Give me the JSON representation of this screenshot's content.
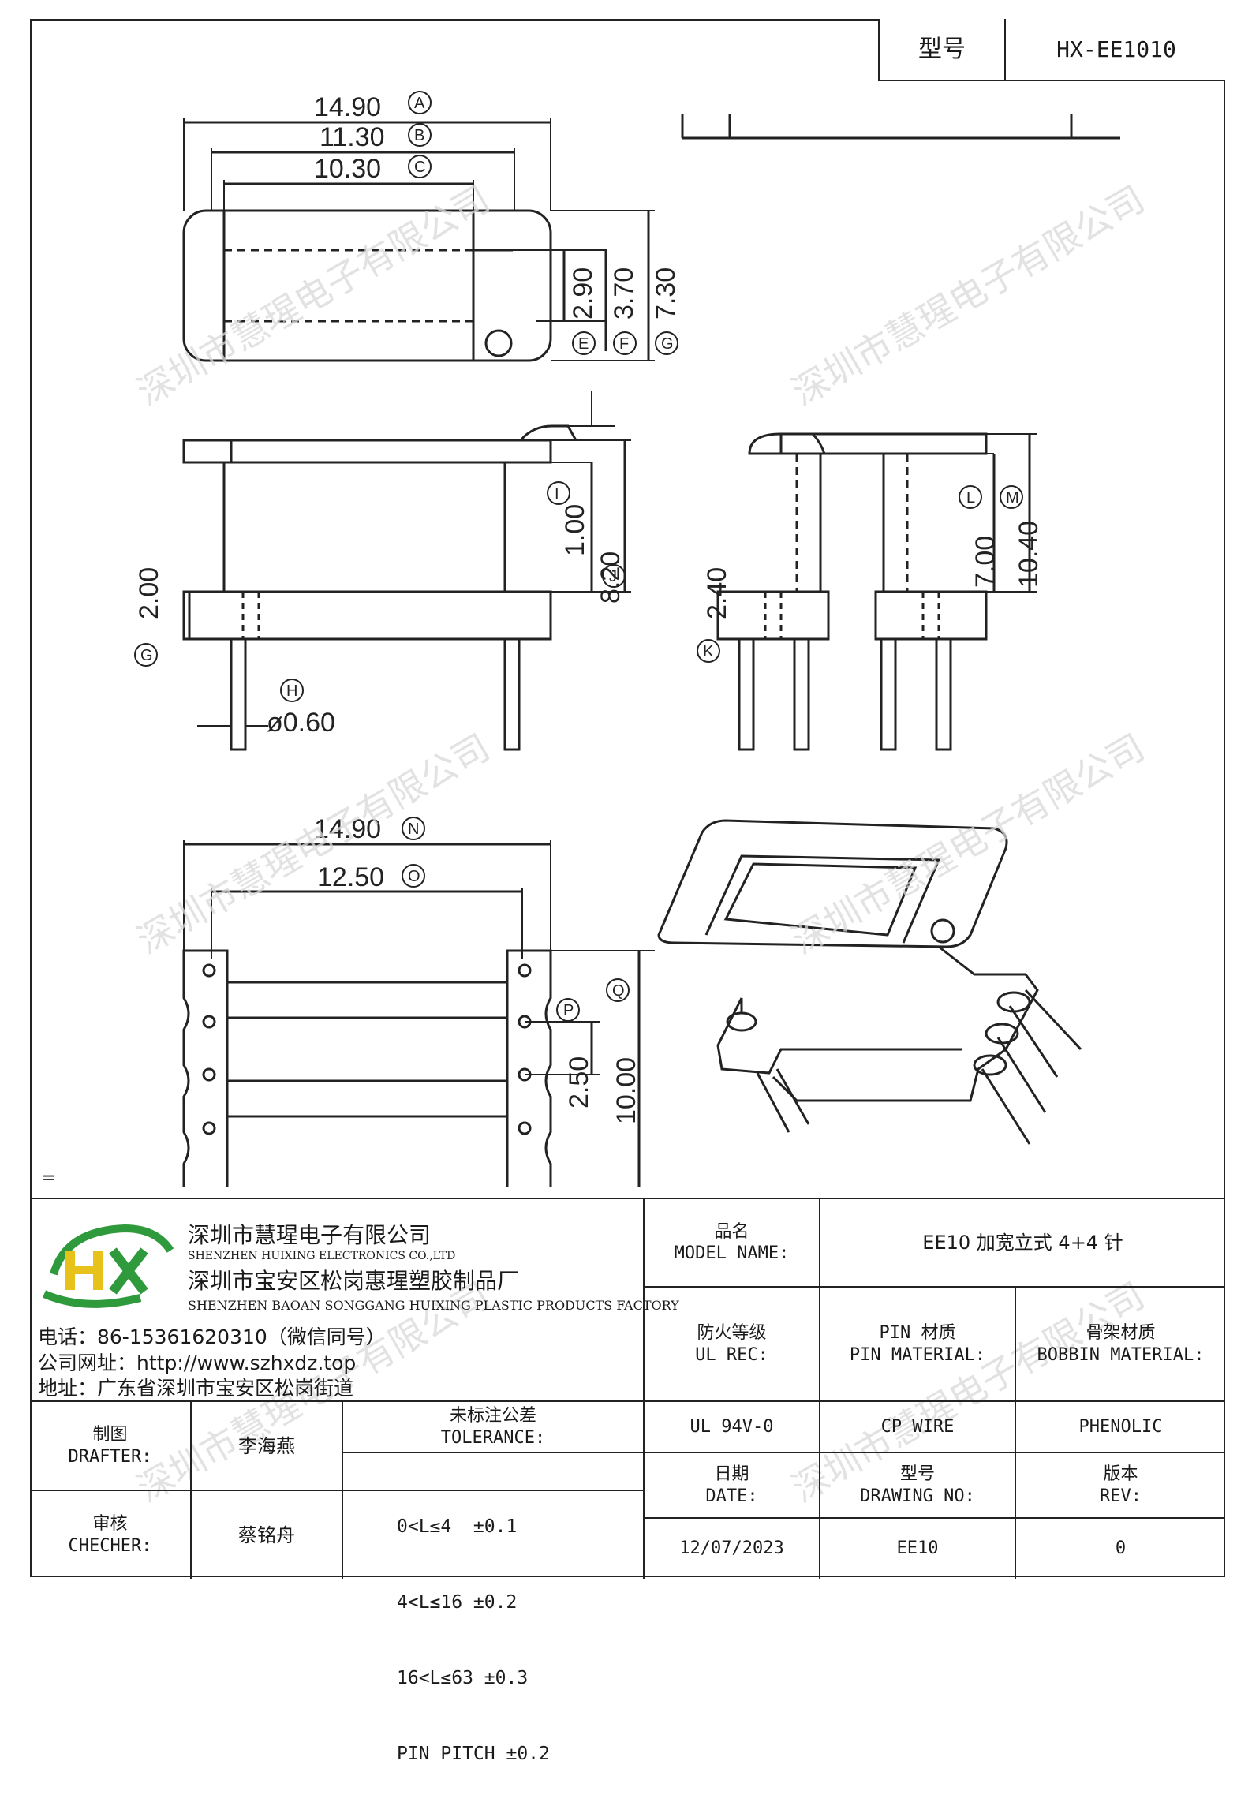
{
  "header": {
    "model_label": "型号",
    "model_value": "HX-EE1010"
  },
  "drawing": {
    "top_view": {
      "dim_a": "14.90",
      "dim_b": "11.30",
      "dim_c": "10.30",
      "dim_e": "2.90",
      "dim_f": "3.70",
      "dim_g": "7.30",
      "mark_a": "A",
      "mark_b": "B",
      "mark_c": "C",
      "mark_e": "E",
      "mark_f": "F",
      "mark_g": "G"
    },
    "front_view": {
      "dim_h": "1.00",
      "dim_i": "8.20",
      "dim_left": "2.00",
      "dim_pin": "ø0.60",
      "mark_h": "I",
      "mark_i": "J",
      "mark_left": "G",
      "mark_pin": "H"
    },
    "side_view": {
      "dim_k": "2.40",
      "dim_l": "7.00",
      "dim_m": "10.40",
      "mark_k": "K",
      "mark_l": "L",
      "mark_m": "M"
    },
    "bottom_view": {
      "dim_n": "14.90",
      "dim_o": "12.50",
      "dim_p": "2.50",
      "dim_q": "10.00",
      "mark_n": "N",
      "mark_o": "O",
      "mark_p": "P",
      "mark_q": "Q"
    },
    "eq_mark": "="
  },
  "watermark": "深圳市慧瑆电子有限公司",
  "company": {
    "logo_text": "HX",
    "name_cn": "深圳市慧瑆电子有限公司",
    "name_en": "SHENZHEN HUIXING ELECTRONICS CO.,LTD",
    "factory_cn": "深圳市宝安区松岗惠瑆塑胶制品厂",
    "factory_en": "SHENZHEN BAOAN SONGGANG HUIXING PLASTIC PRODUCTS FACTORY",
    "phone": "电话：86-15361620310（微信同号）",
    "website": "公司网址：http://www.szhxdz.top",
    "address": "地址：广东省深圳市宝安区松岗街道"
  },
  "title_block": {
    "model_name_cn": "品名",
    "model_name_en": "MODEL NAME:",
    "model_name_value": "EE10 加宽立式 4+4 针",
    "ul_cn": "防火等级",
    "ul_en": "UL REC:",
    "pin_cn": "PIN 材质",
    "pin_en": "PIN MATERIAL:",
    "bobbin_cn": "骨架材质",
    "bobbin_en": "BOBBIN MATERIAL:",
    "ul_value": "UL 94V-0",
    "pin_value": "CP WIRE",
    "bobbin_value": "PHENOLIC",
    "drafter_cn": "制图",
    "drafter_en": "DRAFTER:",
    "drafter_name": "李海燕",
    "checker_cn": "审核",
    "checker_en": "CHECHER:",
    "checker_name": "蔡铭舟",
    "tolerance_cn": "未标注公差",
    "tolerance_en": "TOLERANCE:",
    "tolerance_lines": [
      "0<L≤4  ±0.1",
      "4<L≤16 ±0.2",
      "16<L≤63 ±0.3",
      "PIN PITCH ±0.2"
    ],
    "date_cn": "日期",
    "date_en": "DATE:",
    "drawing_no_cn": "型号",
    "drawing_no_en": "DRAWING NO:",
    "rev_cn": "版本",
    "rev_en": "REV:",
    "date_value": "12/07/2023",
    "drawing_no_value": "EE10",
    "rev_value": "0"
  },
  "colors": {
    "line": "#222222",
    "logo_green": "#2f9a3c",
    "logo_yellow": "#e7c21a",
    "watermark": "#d9d9d9"
  }
}
